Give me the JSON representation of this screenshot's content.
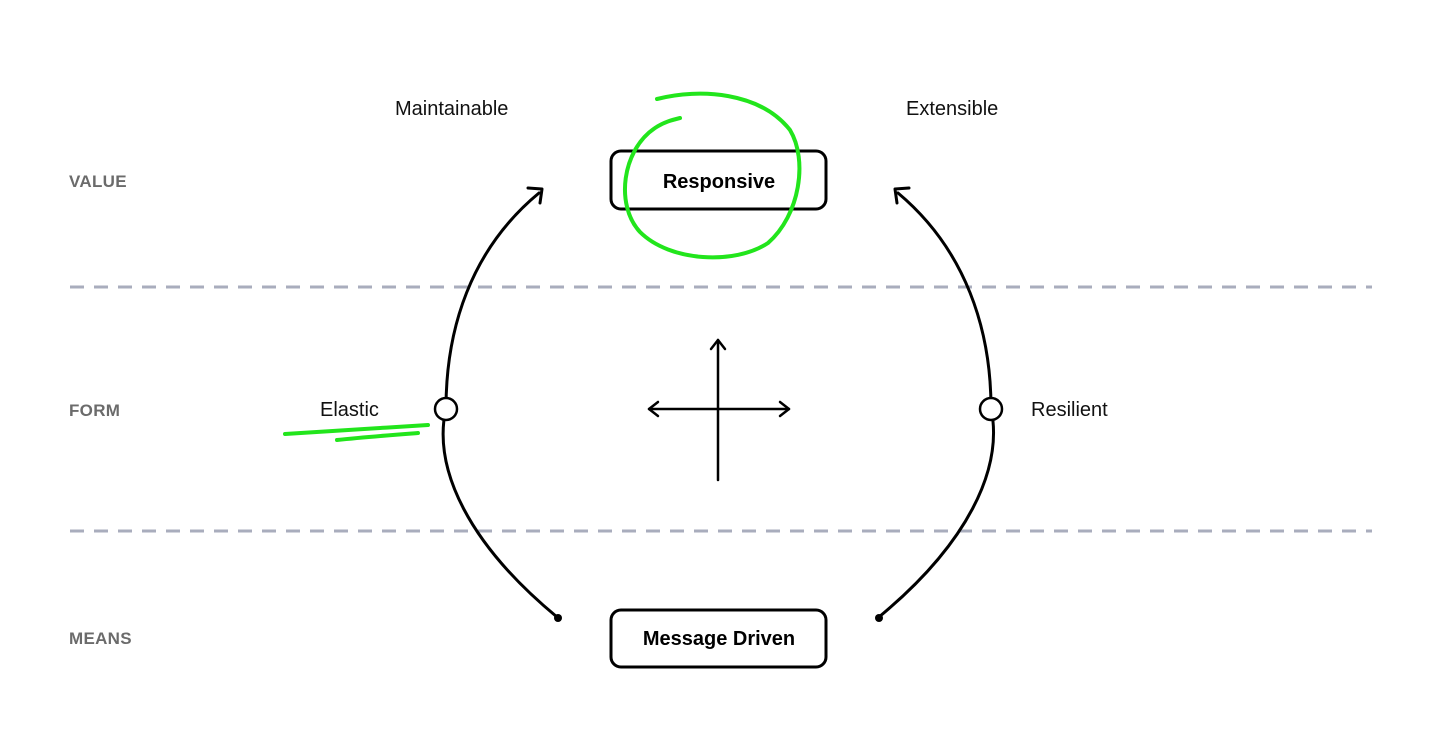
{
  "rows": {
    "value_label": "VALUE",
    "form_label": "FORM",
    "means_label": "MEANS"
  },
  "nodes": {
    "responsive": "Responsive",
    "message_driven": "Message Driven"
  },
  "labels": {
    "maintainable": "Maintainable",
    "extensible": "Extensible",
    "elastic": "Elastic",
    "resilient": "Resilient"
  },
  "colors": {
    "divider": "#a9adbd",
    "highlight": "#22e51c",
    "row_label": "#6b6b6b",
    "ink": "#000000"
  }
}
